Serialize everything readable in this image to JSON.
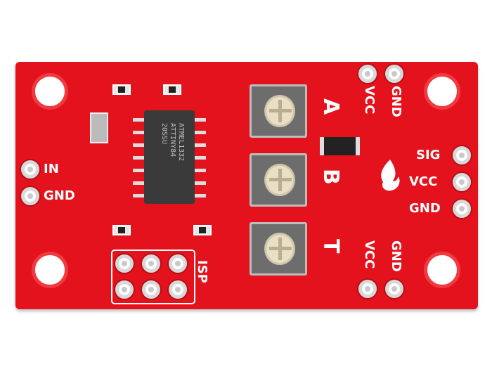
{
  "board": {
    "color": "#e3121c",
    "chip": {
      "lines": [
        "ATMEL1332",
        "ATTINY84",
        "20SSU"
      ]
    },
    "pot_labels": [
      "A",
      "B",
      "T"
    ],
    "top_header": [
      "VCC",
      "GND"
    ],
    "bottom_header": [
      "VCC",
      "GND"
    ],
    "right_header": [
      "SIG",
      "VCC",
      "GND"
    ],
    "left_header": [
      "IN",
      "GND"
    ],
    "isp_label": "ISP"
  }
}
